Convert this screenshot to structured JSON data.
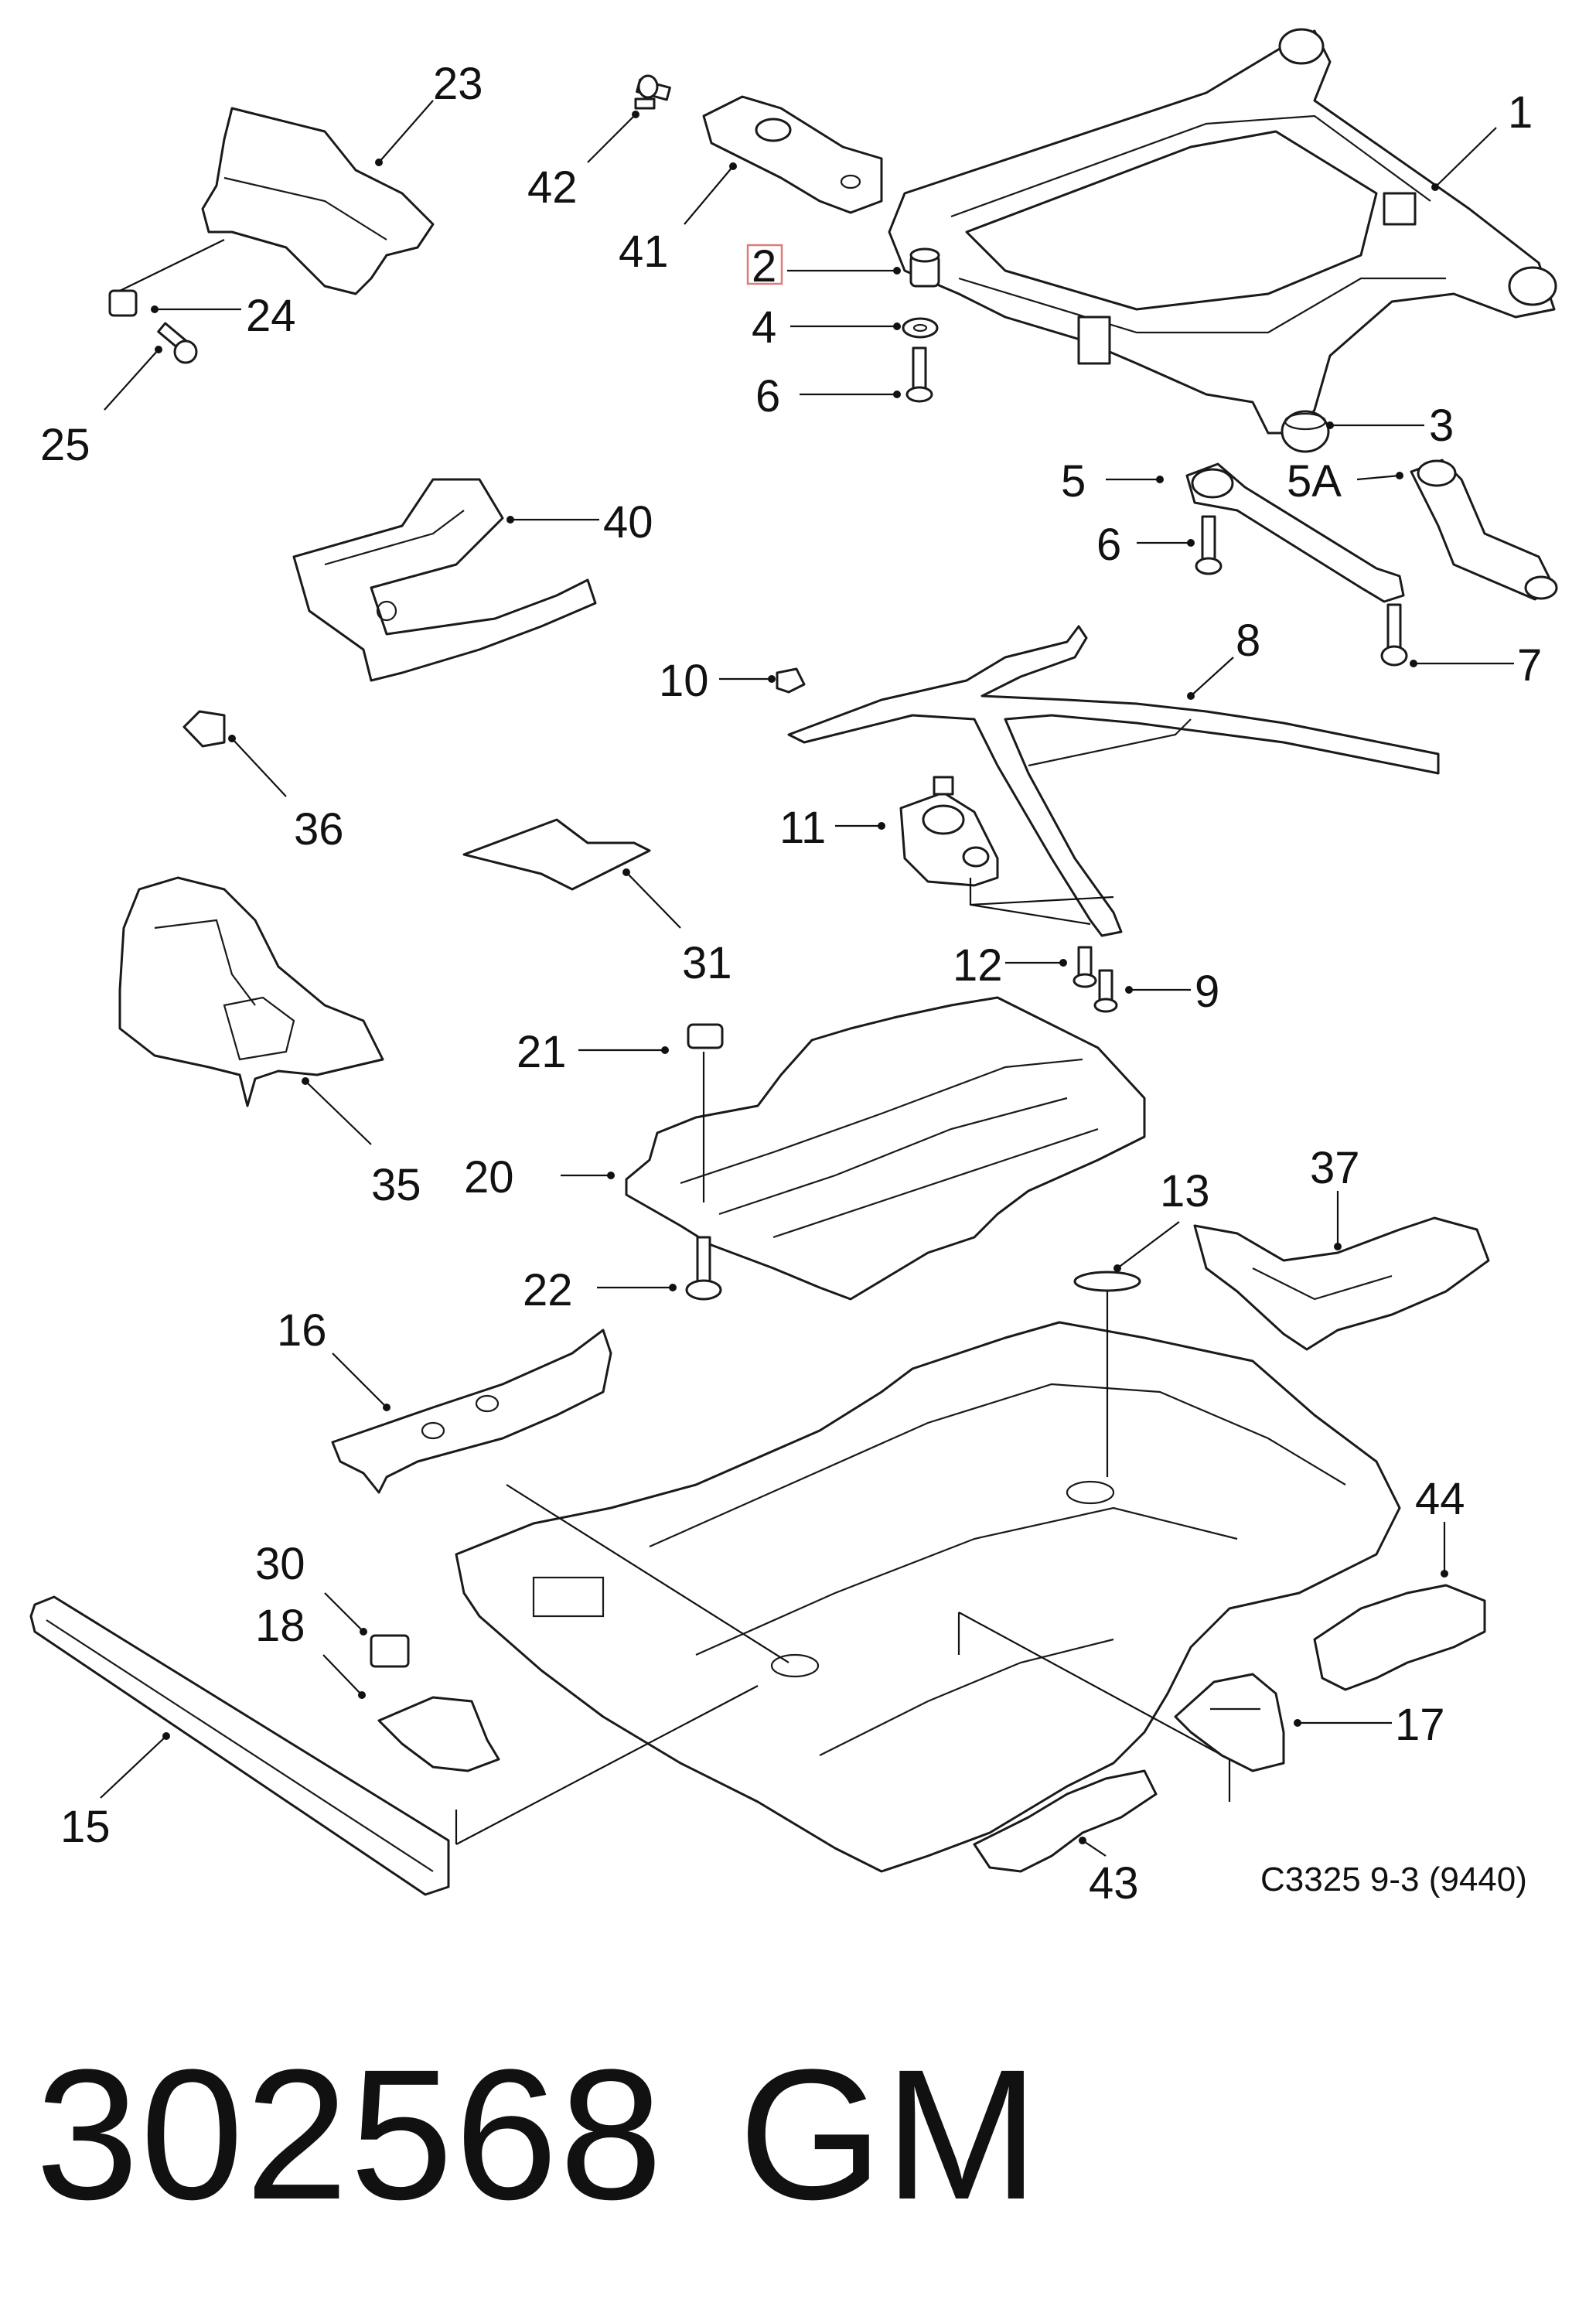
{
  "diagram": {
    "reference_code": "C3325 9-3 (9440)",
    "highlight_color": "#e07a7a",
    "callouts": {
      "c1": "1",
      "c2": "2",
      "c3": "3",
      "c4": "4",
      "c5": "5",
      "c5a": "5A",
      "c6a": "6",
      "c6b": "6",
      "c7": "7",
      "c8": "8",
      "c9": "9",
      "c10": "10",
      "c11": "11",
      "c12": "12",
      "c13": "13",
      "c15": "15",
      "c16": "16",
      "c17": "17",
      "c18": "18",
      "c20": "20",
      "c21": "21",
      "c22": "22",
      "c23": "23",
      "c24": "24",
      "c25": "25",
      "c30": "30",
      "c31": "31",
      "c35": "35",
      "c36": "36",
      "c37": "37",
      "c40": "40",
      "c41": "41",
      "c42": "42",
      "c43": "43",
      "c44": "44"
    },
    "highlighted_callout": "2"
  },
  "footer": {
    "part_number": "302568",
    "brand": "GM"
  }
}
